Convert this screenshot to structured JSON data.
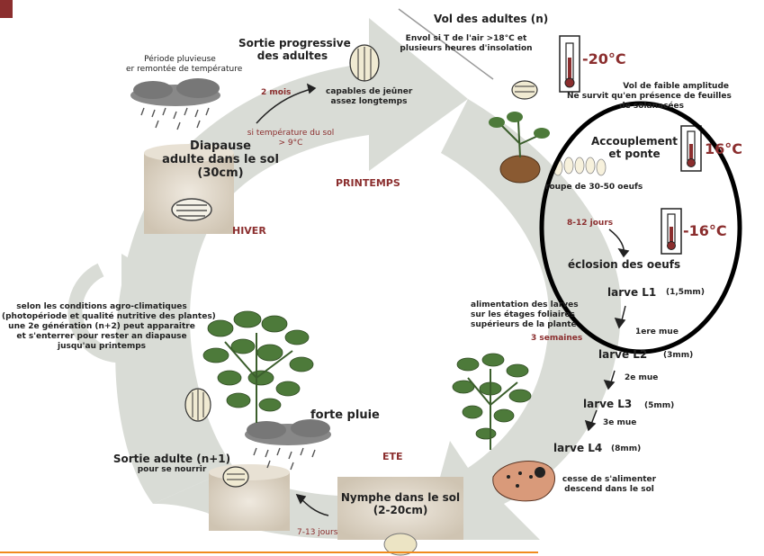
{
  "seasons": {
    "spring": "PRINTEMPS",
    "winter": "HIVER",
    "summer": "ETE"
  },
  "texts": {
    "rainy_period_l1": "Période pluvieuse",
    "rainy_period_l2": "er remontée de température",
    "progressive_exit_l1": "Sortie  progressive",
    "progressive_exit_l2": "des adultes",
    "two_months": "2 mois",
    "fasting_l1": "capables de jeûner",
    "fasting_l2": "assez longtemps",
    "adult_flight": "Vol des adultes (n)",
    "flight_cond_l1": "Envol si T de l'air >18°C et",
    "flight_cond_l2": "plusieurs heures d'insolation",
    "temp_20": "-20°C",
    "small_flight_l1": "Vol de faible amplitude",
    "small_flight_l2": "Ne survit qu'en présence de feuilles",
    "small_flight_l3": "de solanacées",
    "diapause_l1": "Diapause",
    "diapause_l2": "adulte dans le sol",
    "diapause_l3": "(30cm)",
    "soil_temp_l1": "si température du sol",
    "soil_temp_l2": "> 9°C",
    "mating_l1": "Accouplement",
    "mating_l2": "et ponte",
    "temp_16a": "16°C",
    "egg_group": "roupe de 30-50 oeufs",
    "days_8_12": "8-12 jours",
    "temp_16b": "-16°C",
    "hatching": "éclosion des oeufs",
    "larva_l1": "larve  L1",
    "size_l1": "(1,5mm)",
    "moult_1": "1ere mue",
    "larva_l2": "larve  L2",
    "size_l2": "(3mm)",
    "moult_2": "2e mue",
    "larva_l3": "larve  L3",
    "size_l3": "(5mm)",
    "moult_3": "3e mue",
    "larva_l4": "larve  L4",
    "size_l4": "(8mm)",
    "larva_feeding_l1": "alimentation des larves",
    "larva_feeding_l2": "sur les étages foliaires",
    "larva_feeding_l3": "supérieurs de la plante",
    "three_weeks": "3 semaines",
    "second_gen_l1": "selon les conditions agro-climatiques",
    "second_gen_l2": "(photopériode et qualité nutritive des plantes)",
    "second_gen_l3": "une 2e génération (n+2) peut apparaitre",
    "second_gen_l4": "et s'enterrer pour rester an diapause",
    "second_gen_l5": "jusqu'au  printemps",
    "heavy_rain": "forte pluie",
    "adult_exit_l1": "Sortie adulte (n+1)",
    "adult_exit_l2": "pour se nourrir",
    "pupa_l1": "Nymphe dans le sol",
    "pupa_l2": "(2-20cm)",
    "days_7_13": "7-13 jours",
    "stop_feeding_l1": "cesse de s'alimenter",
    "stop_feeding_l2": "descend dans le sol"
  },
  "colors": {
    "cycle_arrow": "#d9dcd6",
    "accent_red": "#8b2e2e",
    "soil": "#dcd3c5",
    "leaf": "#4d7a3a",
    "highlight_ring": "#000000",
    "footer_line": "#f08a1e"
  }
}
